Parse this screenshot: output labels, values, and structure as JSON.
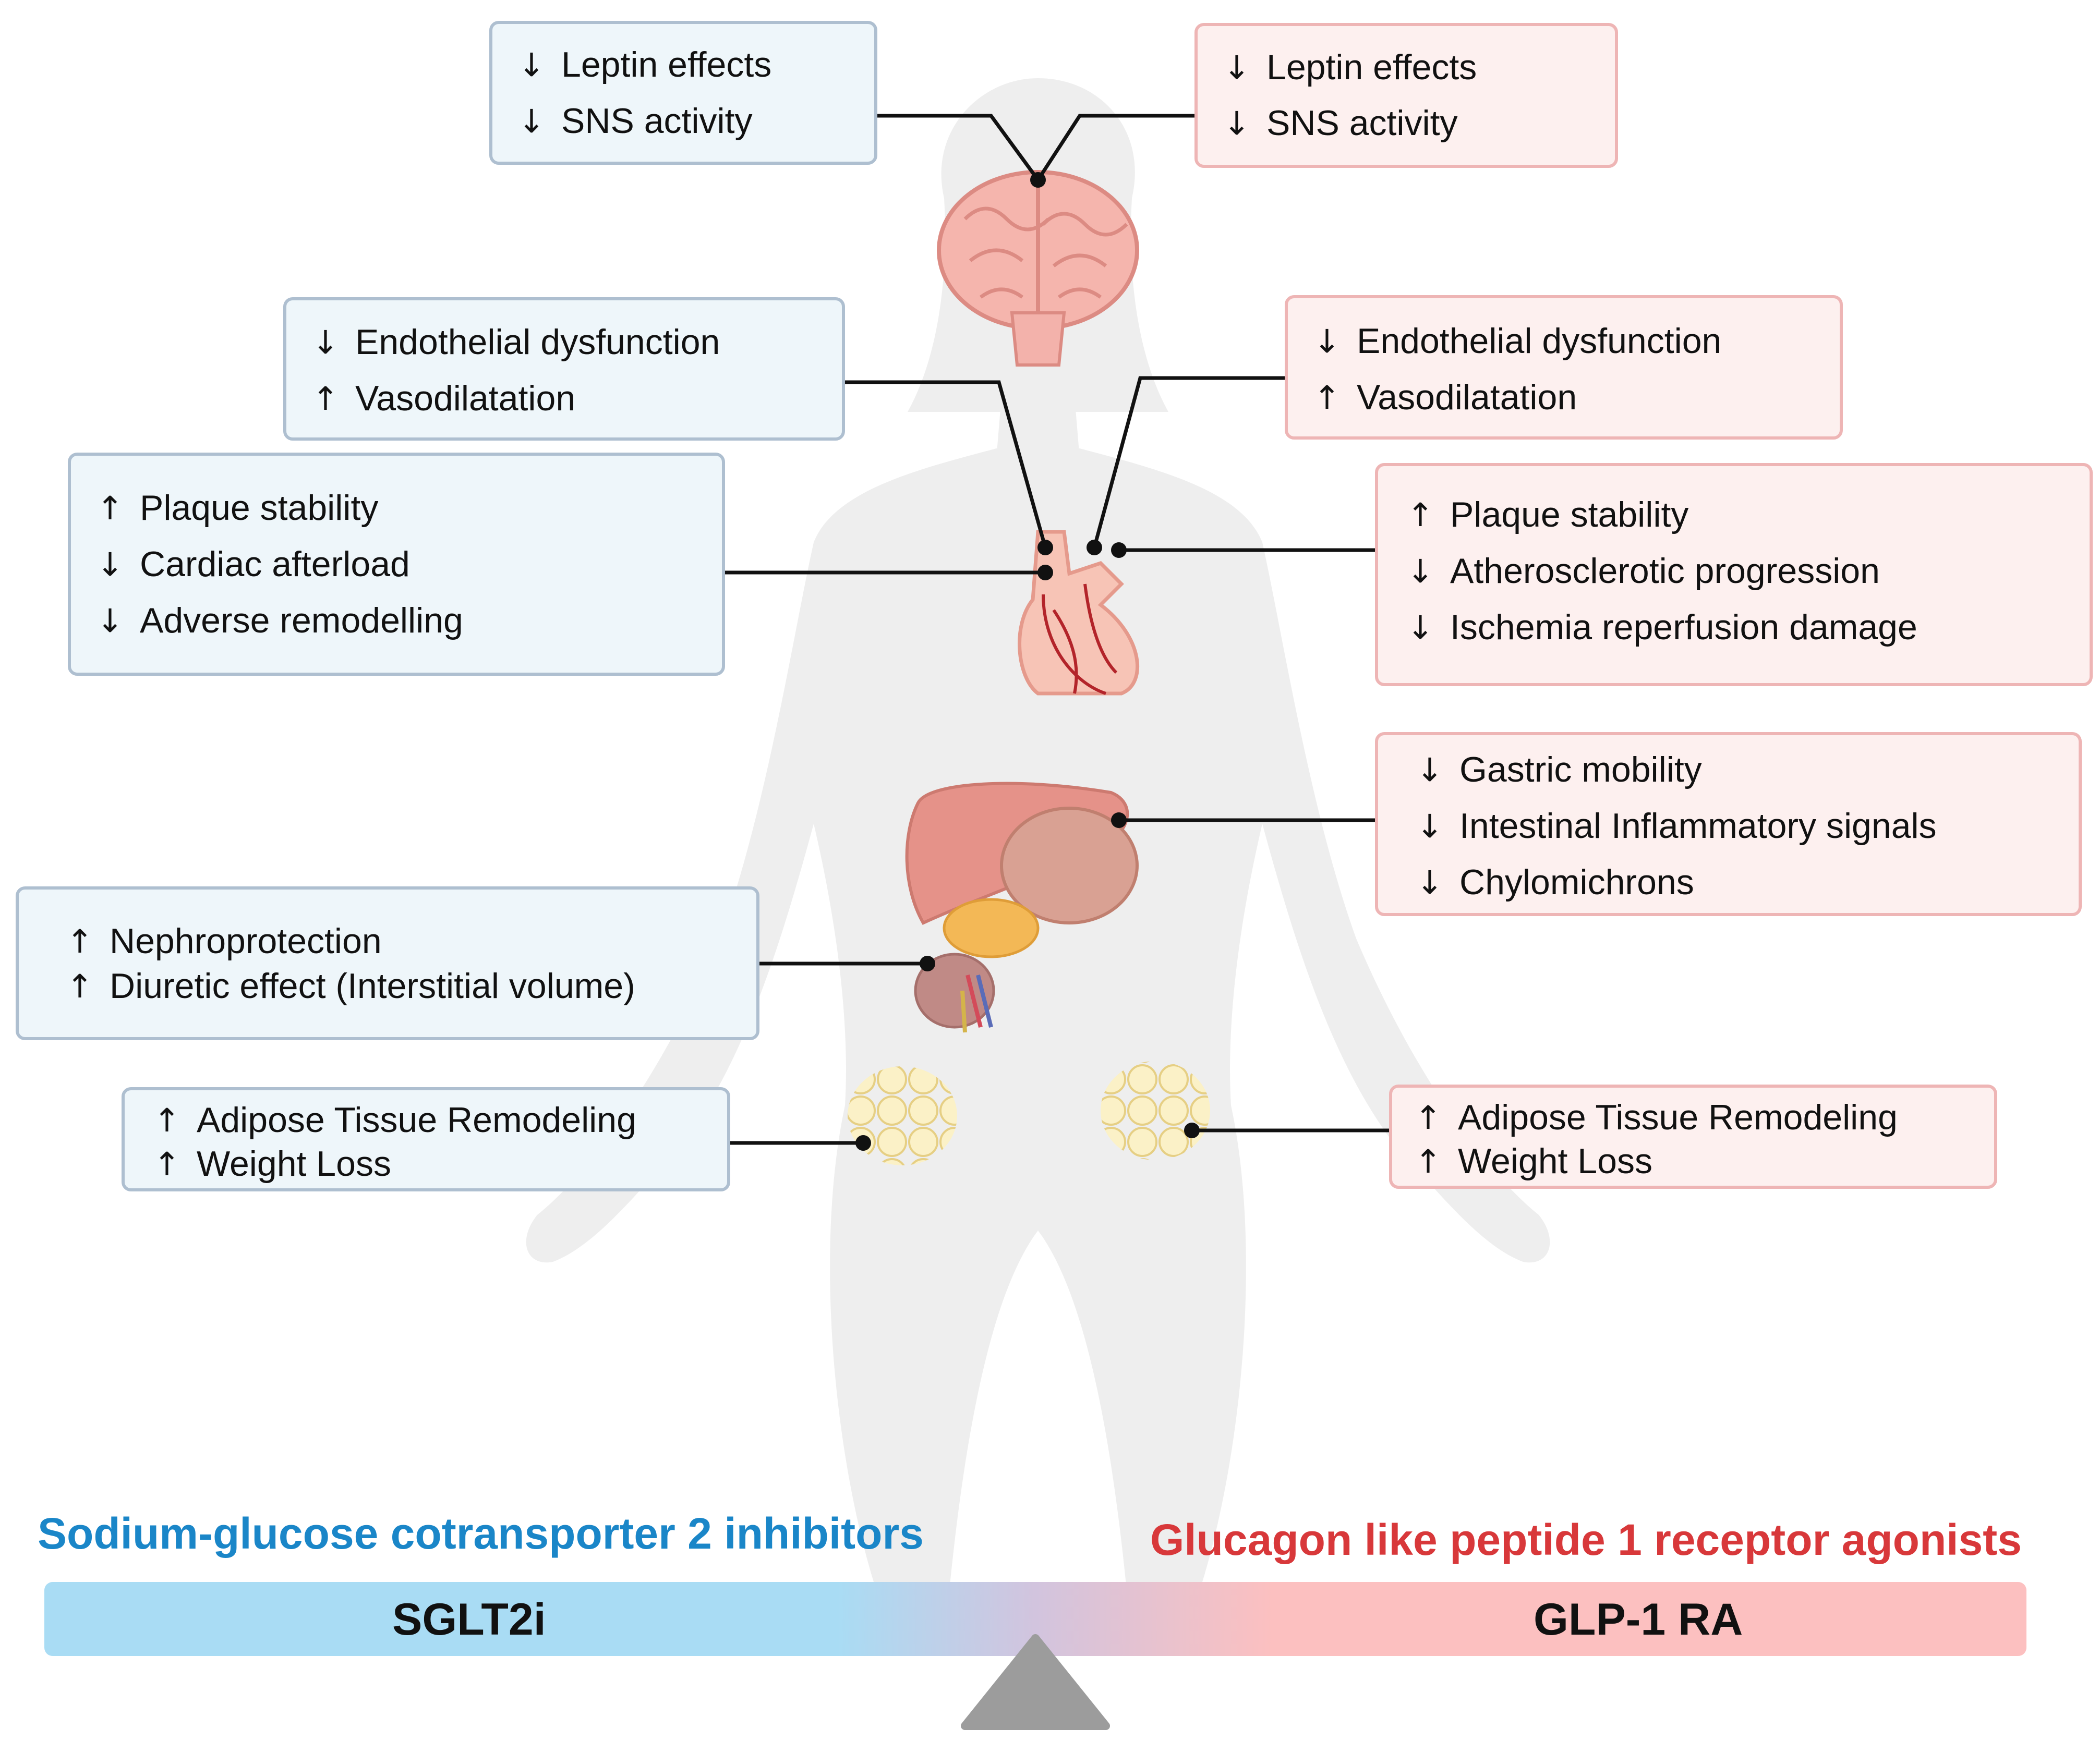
{
  "left_heading": "Sodium-glucose cotransporter 2 inhibitors",
  "right_heading": "Glucagon like peptide 1 receptor agonists",
  "bar": {
    "left_label": "SGLT2i",
    "right_label": "GLP-1 RA"
  },
  "colors": {
    "sglt2_accent": "#1a86c8",
    "glp1_accent": "#d8383a",
    "sglt2_bar": "#a9dcf4",
    "glp1_bar": "#fcc0c0",
    "box_blue_fill": "#eef6fa",
    "box_pink_fill": "#fdf0ef"
  },
  "left_boxes": {
    "brain": {
      "items": [
        {
          "dir": "↓",
          "text": "Leptin effects"
        },
        {
          "dir": "↓",
          "text": "SNS activity"
        }
      ]
    },
    "vessel": {
      "items": [
        {
          "dir": "↓",
          "text": "Endothelial dysfunction"
        },
        {
          "dir": "↑",
          "text": "Vasodilatation"
        }
      ]
    },
    "heart": {
      "items": [
        {
          "dir": "↑",
          "text": "Plaque stability"
        },
        {
          "dir": "↓",
          "text": "Cardiac afterload"
        },
        {
          "dir": "↓",
          "text": "Adverse remodelling"
        }
      ]
    },
    "kidney": {
      "items": [
        {
          "dir": "↑",
          "text": "Nephroprotection"
        },
        {
          "dir": "↑",
          "text": "Diuretic effect (Interstitial volume)"
        }
      ]
    },
    "adipose": {
      "items": [
        {
          "dir": "↑",
          "text": "Adipose Tissue Remodeling"
        },
        {
          "dir": "↑",
          "text": "Weight Loss"
        }
      ]
    }
  },
  "right_boxes": {
    "brain": {
      "items": [
        {
          "dir": "↓",
          "text": "Leptin effects"
        },
        {
          "dir": "↓",
          "text": "SNS activity"
        }
      ]
    },
    "vessel": {
      "items": [
        {
          "dir": "↓",
          "text": "Endothelial dysfunction"
        },
        {
          "dir": "↑",
          "text": "Vasodilatation"
        }
      ]
    },
    "heart": {
      "items": [
        {
          "dir": "↑",
          "text": "Plaque stability"
        },
        {
          "dir": "↓",
          "text": "Atherosclerotic progression"
        },
        {
          "dir": "↓",
          "text": "Ischemia reperfusion damage"
        }
      ]
    },
    "gut": {
      "items": [
        {
          "dir": "↓",
          "text": "Gastric mobility"
        },
        {
          "dir": "↓",
          "text": "Intestinal Inflammatory signals"
        },
        {
          "dir": "↓",
          "text": "Chylomichrons"
        }
      ]
    },
    "adipose": {
      "items": [
        {
          "dir": "↑",
          "text": "Adipose Tissue Remodeling"
        },
        {
          "dir": "↑",
          "text": "Weight Loss"
        }
      ]
    }
  }
}
